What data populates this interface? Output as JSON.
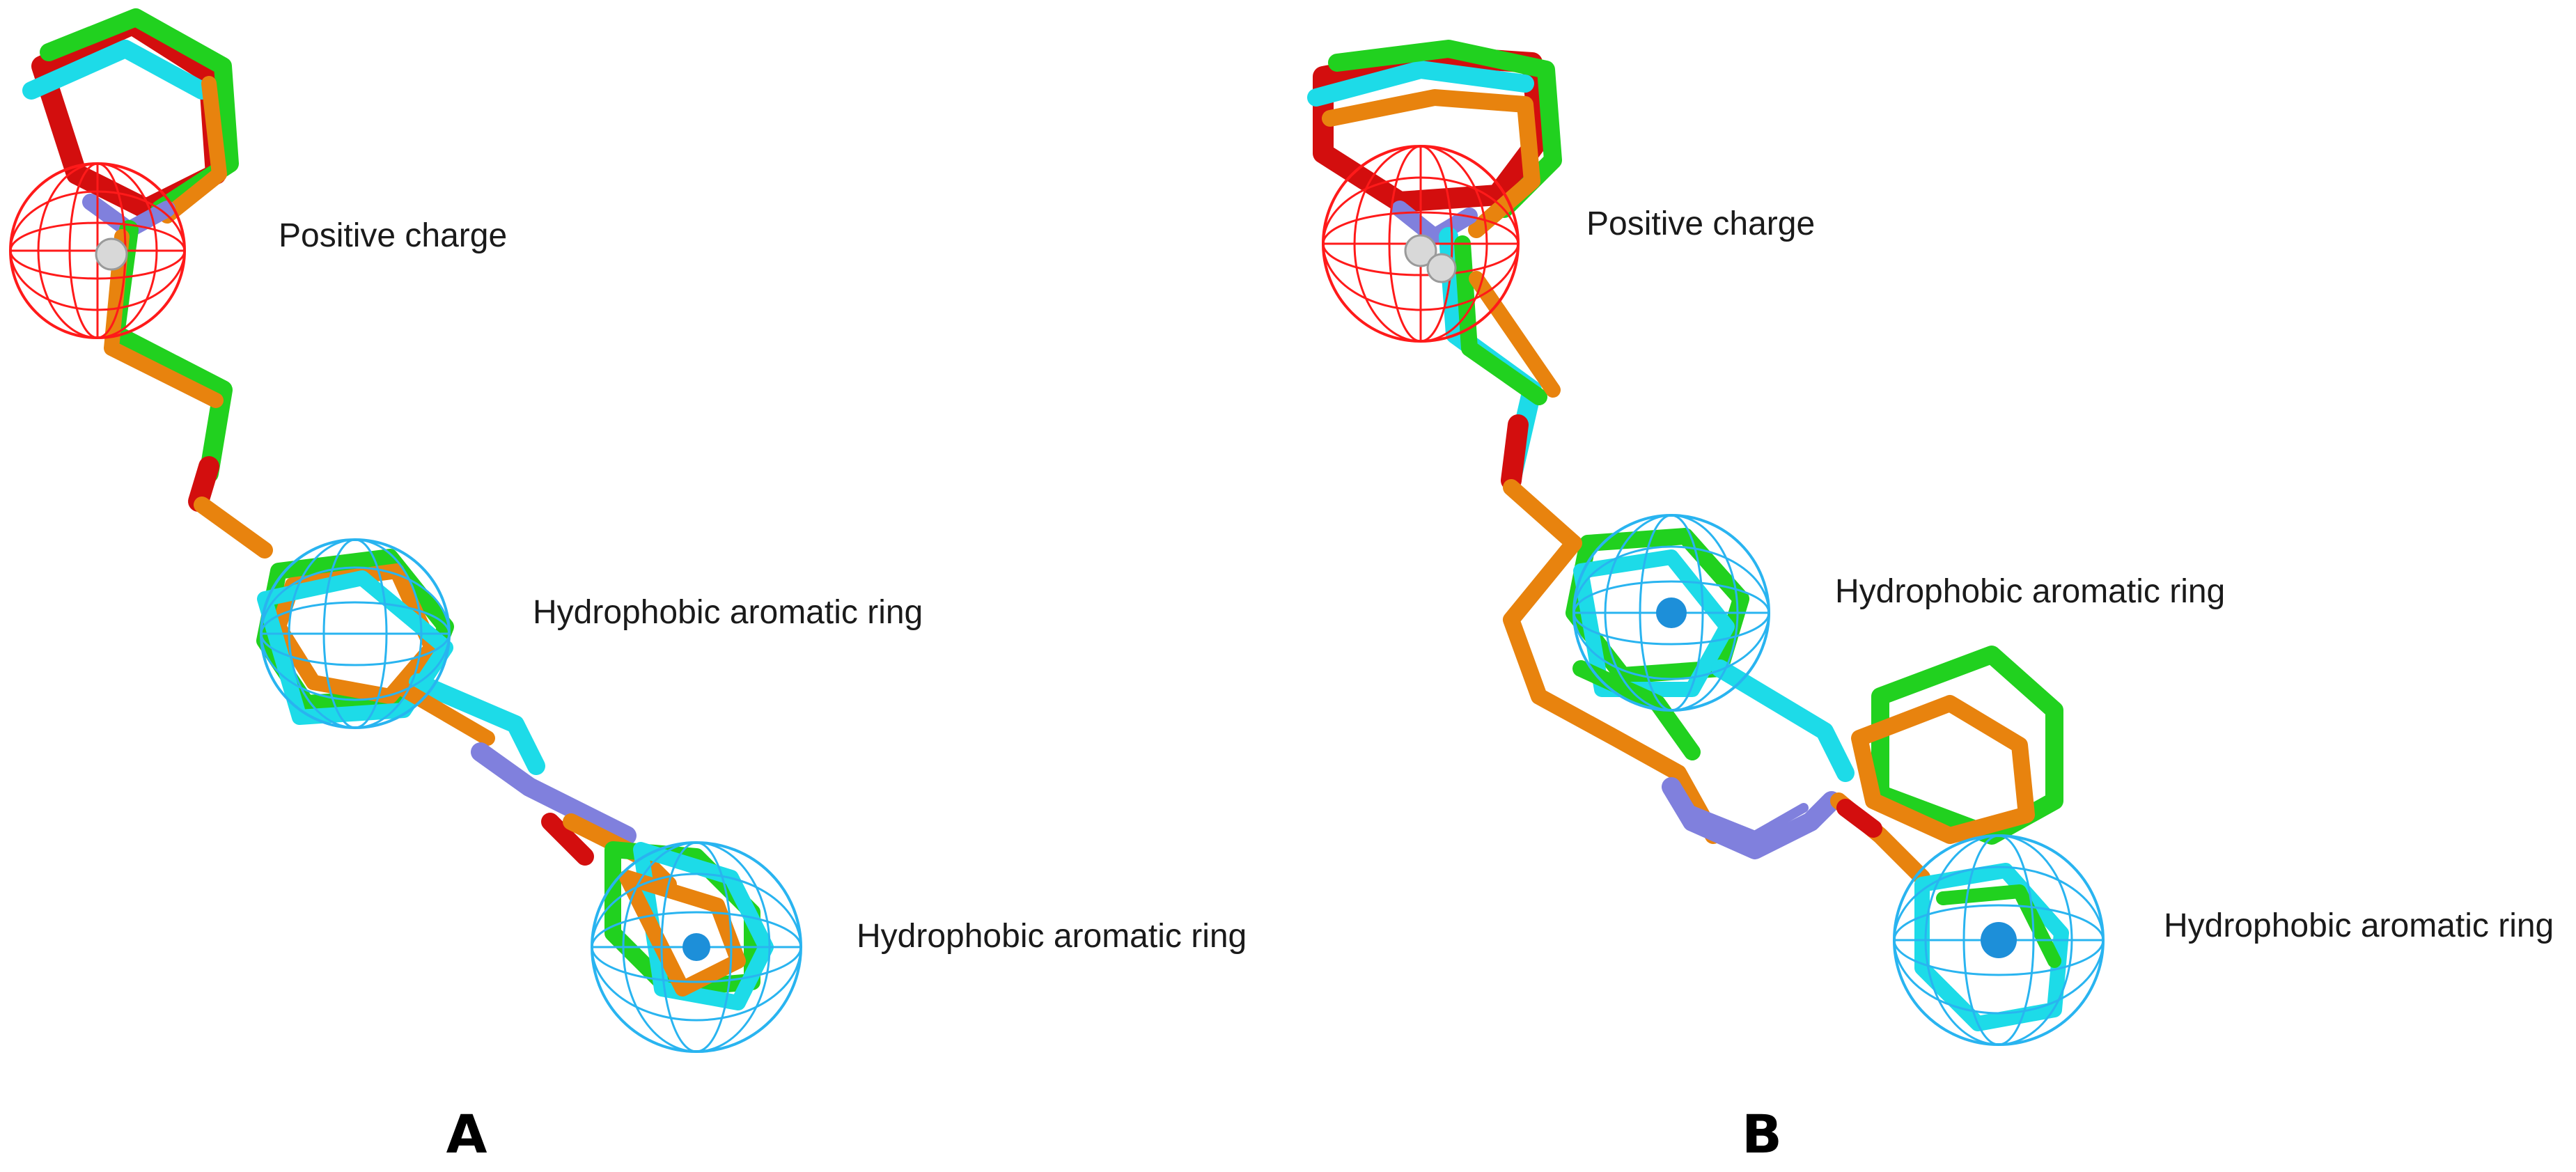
{
  "colors": {
    "green": "#21d11f",
    "cyan": "#1ddbe8",
    "orange": "#e8830e",
    "red": "#d30e0e",
    "purple": "#8080dd",
    "mesh_red": "#ff1a1a",
    "mesh_blue": "#29b4f0",
    "atom_blue": "#1d8fd9",
    "atom_white": "#d8d8d8"
  },
  "panels": [
    {
      "id": "A",
      "label": "A",
      "features": [
        {
          "type": "positive-charge",
          "label": "Positive charge"
        },
        {
          "type": "hydrophobic-aromatic-ring",
          "label": "Hydrophobic aromatic ring"
        },
        {
          "type": "hydrophobic-aromatic-ring",
          "label": "Hydrophobic aromatic ring"
        }
      ]
    },
    {
      "id": "B",
      "label": "B",
      "features": [
        {
          "type": "positive-charge",
          "label": "Positive charge"
        },
        {
          "type": "hydrophobic-aromatic-ring",
          "label": "Hydrophobic aromatic ring"
        },
        {
          "type": "hydrophobic-aromatic-ring",
          "label": "Hydrophobic aromatic ring"
        }
      ]
    }
  ]
}
